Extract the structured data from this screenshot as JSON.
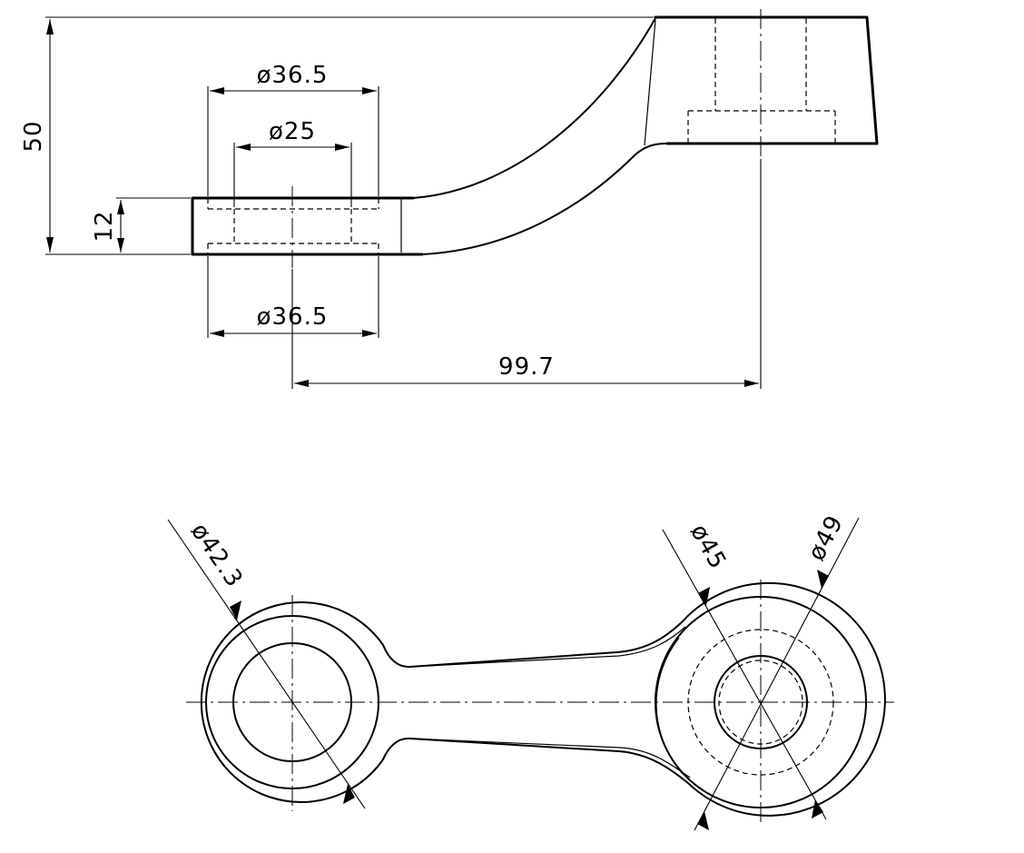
{
  "side_view": {
    "dimensions": {
      "height_total": "50",
      "thickness": "12",
      "counterbore_top": "ø36.5",
      "bore": "ø25",
      "counterbore_bottom": "ø36.5",
      "center_distance": "99.7"
    }
  },
  "top_view": {
    "dimensions": {
      "left_diameter": "ø42.3",
      "right_inner_diameter": "ø45",
      "right_outer_diameter": "ø49"
    }
  }
}
